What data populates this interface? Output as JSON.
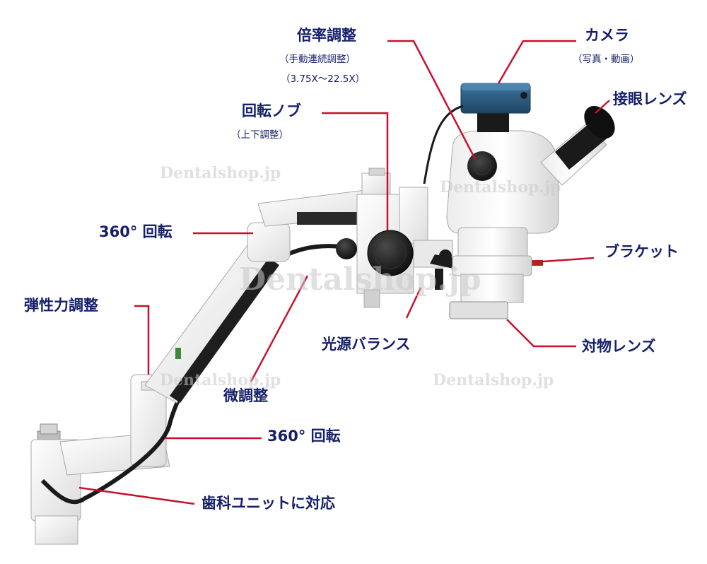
{
  "labels": {
    "magnification": "倍率調整",
    "magnification_sub1": "（手動連続調整）",
    "magnification_sub2": "（3.75X～22.5X）",
    "camera": "カメラ",
    "camera_sub": "（写真・動画）",
    "eyepiece": "接眼レンズ",
    "rotary_knob": "回転ノブ",
    "rotary_knob_sub": "（上下調整）",
    "rotation_top": "360° 回転",
    "bracket": "ブラケット",
    "elasticity": "弾性力調整",
    "light_balance": "光源バランス",
    "objective": "対物レンズ",
    "fine_adjust": "微調整",
    "rotation_bottom": "360° 回転",
    "dental_unit": "歯科ユニットに対応"
  },
  "watermark": "Dentalshop.jp",
  "colors": {
    "label_text": "#16206a",
    "leader_line": "#c8102e",
    "body_white": "#f5f5f5",
    "camera_blue": "#2c5b80",
    "black": "#1a1a1a"
  }
}
